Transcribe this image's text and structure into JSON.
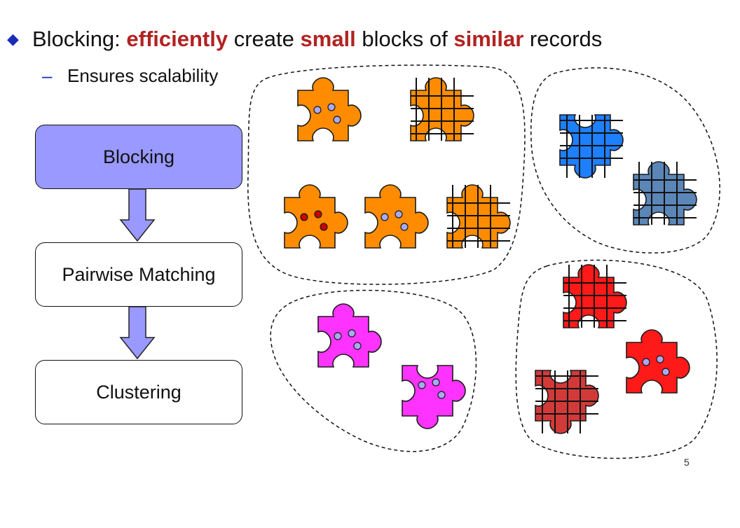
{
  "slide": {
    "bullet_icon": "diamond-bullet-icon",
    "title_parts": [
      {
        "text": "Blocking: ",
        "highlight": false
      },
      {
        "text": "efficiently",
        "highlight": true
      },
      {
        "text": " create ",
        "highlight": false
      },
      {
        "text": "small",
        "highlight": true
      },
      {
        "text": " blocks of ",
        "highlight": false
      },
      {
        "text": "similar",
        "highlight": true
      },
      {
        "text": " records",
        "highlight": false
      }
    ],
    "sub_bullet_marker": "–",
    "sub_bullet": "Ensures scalability",
    "page_number": "5",
    "highlight_color": "#b22222"
  },
  "pipeline": {
    "stages": [
      {
        "label": "Blocking",
        "active": true
      },
      {
        "label": "Pairwise Matching",
        "active": false
      },
      {
        "label": "Clustering",
        "active": false
      }
    ],
    "active_color": "#9999ff",
    "arrow_color": "#9999ff"
  },
  "blocks": [
    {
      "name": "orange-block",
      "pieces": [
        {
          "color": "#ff8c00",
          "pattern": "dots",
          "dot_color": "#a9a9f5"
        },
        {
          "color": "#ff8c00",
          "pattern": "grid"
        },
        {
          "color": "#ff8c00",
          "pattern": "dots",
          "dot_color": "#cc0000"
        },
        {
          "color": "#ff8c00",
          "pattern": "dots",
          "dot_color": "#a9a9f5"
        },
        {
          "color": "#ff8c00",
          "pattern": "grid"
        }
      ]
    },
    {
      "name": "blue-block",
      "pieces": [
        {
          "color": "#1e7fff",
          "pattern": "grid"
        },
        {
          "color": "#5b86b8",
          "pattern": "grid"
        }
      ]
    },
    {
      "name": "magenta-block",
      "pieces": [
        {
          "color": "#ff33ff",
          "pattern": "dots",
          "dot_color": "#a9a9f5"
        },
        {
          "color": "#ff33ff",
          "pattern": "dots",
          "dot_color": "#a9a9f5"
        }
      ]
    },
    {
      "name": "red-block",
      "pieces": [
        {
          "color": "#ff1a1a",
          "pattern": "grid"
        },
        {
          "color": "#d23a3a",
          "pattern": "grid"
        },
        {
          "color": "#ff1a1a",
          "pattern": "dots",
          "dot_color": "#a9a9f5"
        }
      ]
    }
  ]
}
